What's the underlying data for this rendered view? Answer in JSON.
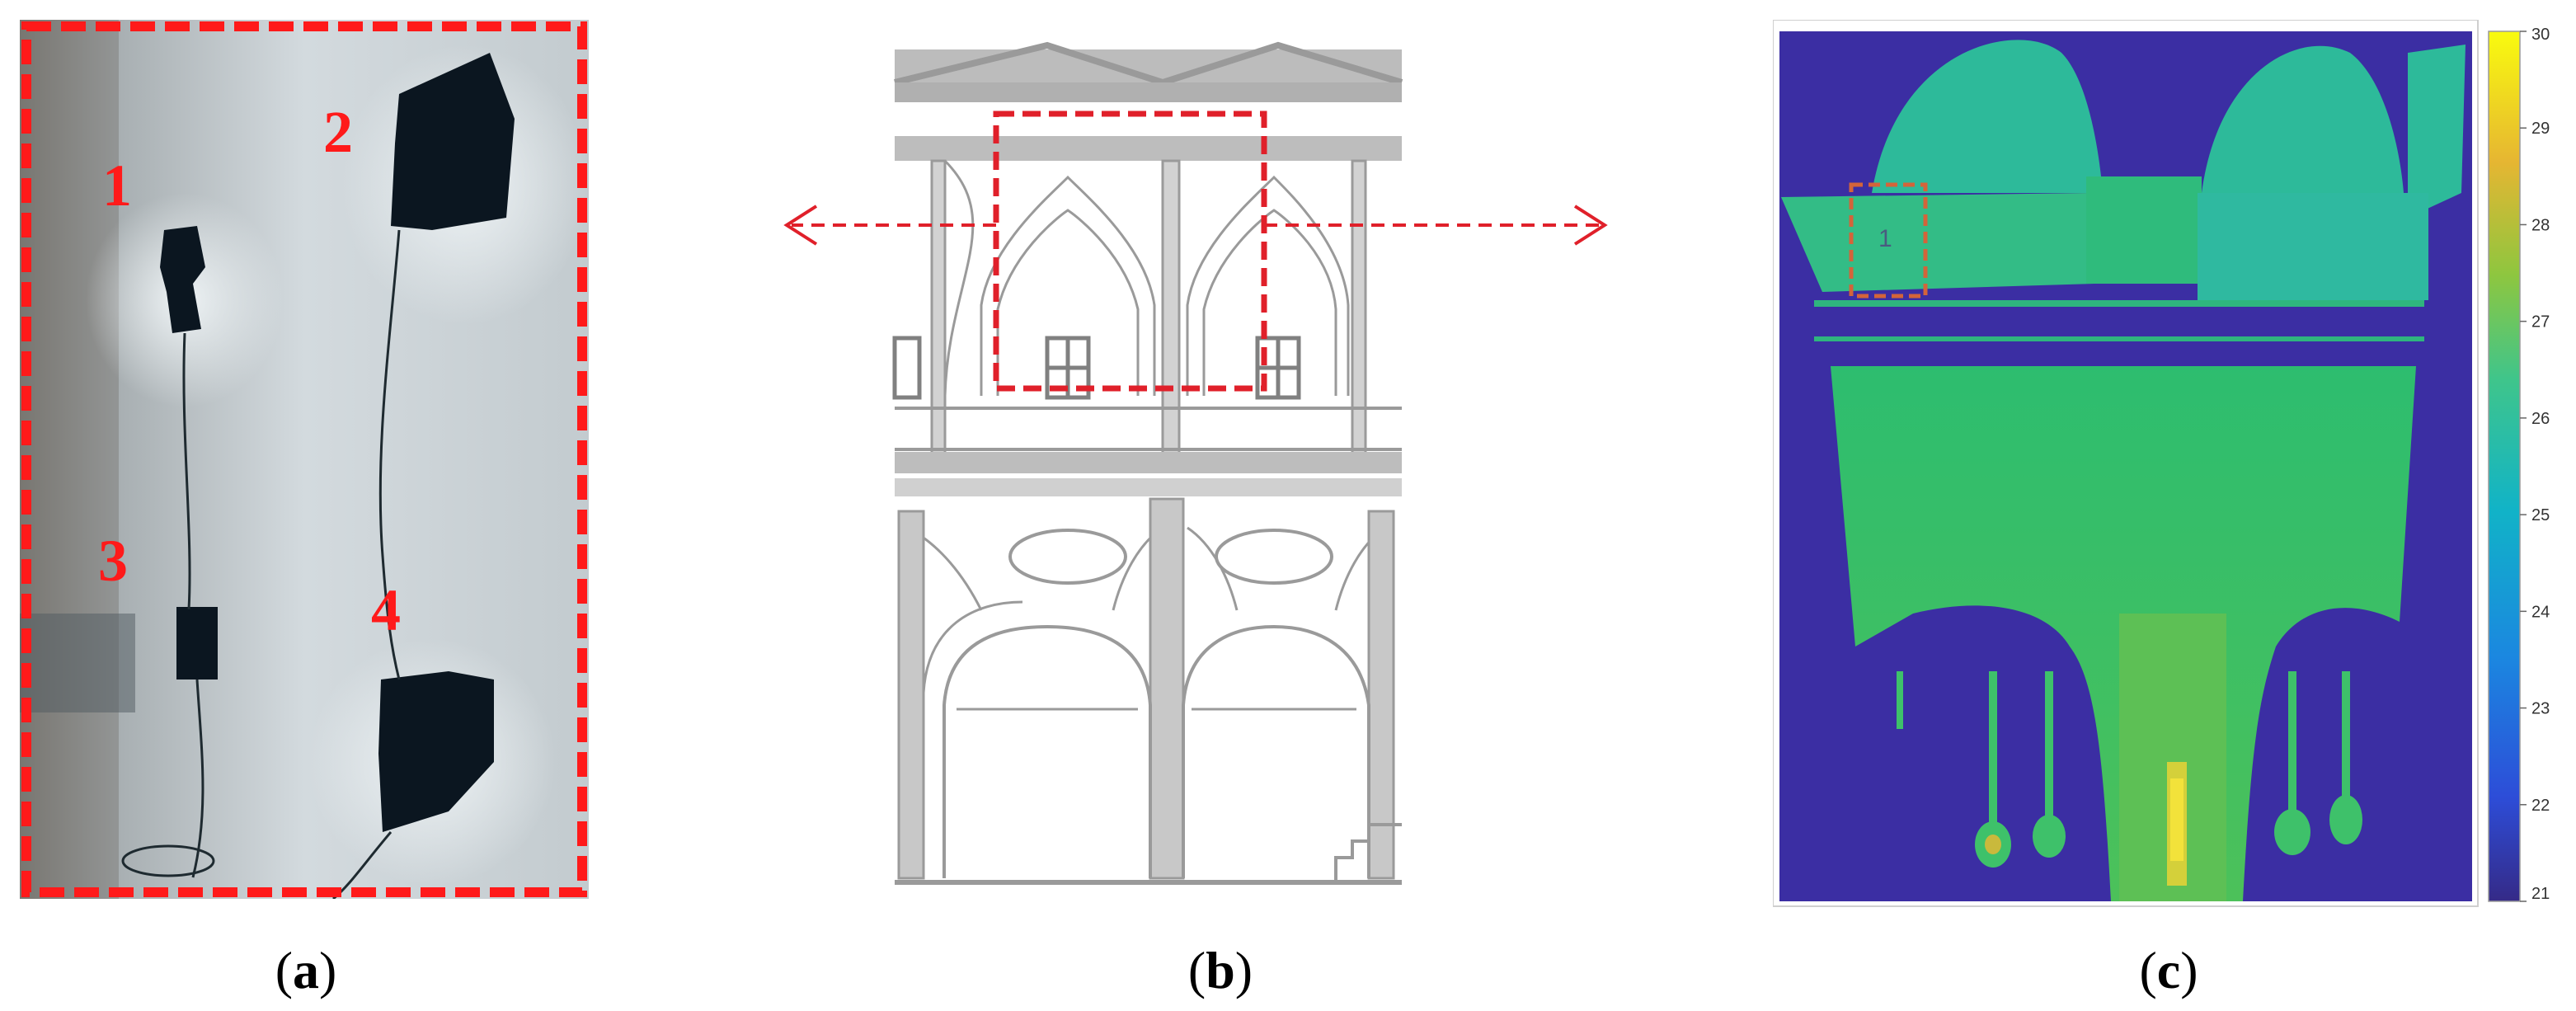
{
  "captions": {
    "a": "a",
    "b": "b",
    "c": "c"
  },
  "panel_a": {
    "labels": [
      "1",
      "2",
      "3",
      "4"
    ],
    "colors": {
      "frame": "#ff1a1a",
      "wall": "#c9d1d6",
      "sensor": "#0b1620"
    }
  },
  "panel_b": {
    "colors": {
      "line": "#9a9a9a",
      "box": "#e0202a"
    }
  },
  "panel_c": {
    "region_label": "1",
    "colorbar": {
      "min": 21,
      "max": 30,
      "ticks": [
        "30",
        "29",
        "28",
        "27",
        "26",
        "25",
        "24",
        "23",
        "22",
        "21"
      ],
      "colormap": "parula"
    },
    "colors": {
      "background": "#3b2ea3",
      "surface": "#23b874"
    }
  }
}
